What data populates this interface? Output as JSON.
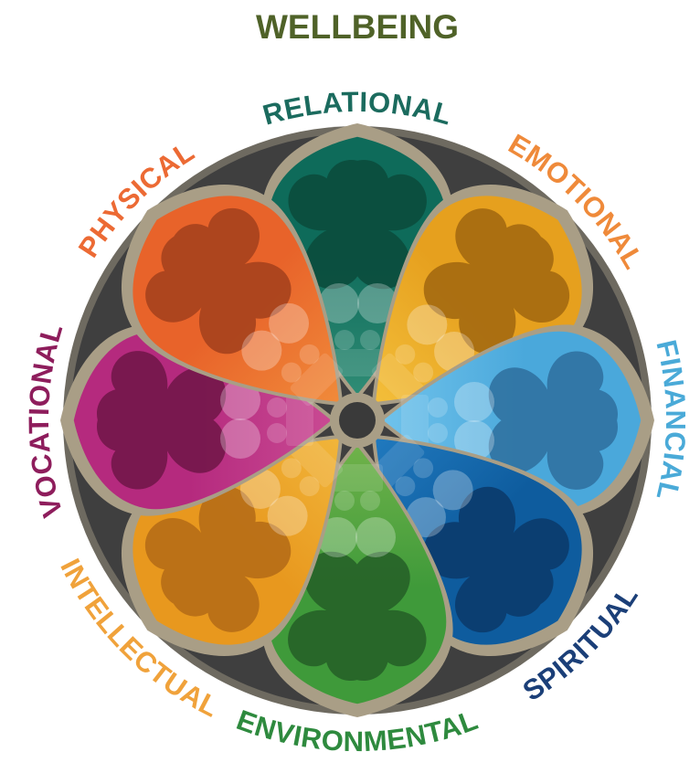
{
  "title": "WELLBEING",
  "colors": {
    "title": "#4F6228",
    "outer_ring": "#6E6A60",
    "dark_disc": "#3F3F3F",
    "petal_frame": "#A99E86",
    "center_hub": "#3A3A3A"
  },
  "dimensions": [
    {
      "id": "relational",
      "label": "RELATIONAL",
      "color": "#0E6B5A",
      "color_light": "#2F8C75",
      "color_dark": "#0A4A3B",
      "label_color": "#1B6B5E"
    },
    {
      "id": "emotional",
      "label": "EMOTIONAL",
      "color": "#E6A01E",
      "color_light": "#F3BE3A",
      "color_dark": "#A0660F",
      "label_color": "#EF8A3A"
    },
    {
      "id": "financial",
      "label": "FINANCIAL",
      "color": "#4AA8DB",
      "color_light": "#6FC2EB",
      "color_dark": "#2E6E9E",
      "label_color": "#4AAAD8"
    },
    {
      "id": "spiritual",
      "label": "SPIRITUAL",
      "color": "#0E5C9E",
      "color_light": "#2079BE",
      "color_dark": "#0A3868",
      "label_color": "#1B3F78"
    },
    {
      "id": "environmental",
      "label": "ENVIRONMENTAL",
      "color": "#3F9A3A",
      "color_light": "#6FB24A",
      "color_dark": "#255E27",
      "label_color": "#2E8A3E"
    },
    {
      "id": "intellectual",
      "label": "INTELLECTUAL",
      "color": "#E8981E",
      "color_light": "#F1B53A",
      "color_dark": "#B36A16",
      "label_color": "#F0A23B"
    },
    {
      "id": "vocational",
      "label": "VOCATIONAL",
      "color": "#B52A7E",
      "color_light": "#C94A93",
      "color_dark": "#6E1546",
      "label_color": "#8E1D5C"
    },
    {
      "id": "physical",
      "label": "PHYSICAL",
      "color": "#E8632A",
      "color_light": "#F08A3A",
      "color_dark": "#A2401C",
      "label_color": "#EC6A34"
    }
  ]
}
